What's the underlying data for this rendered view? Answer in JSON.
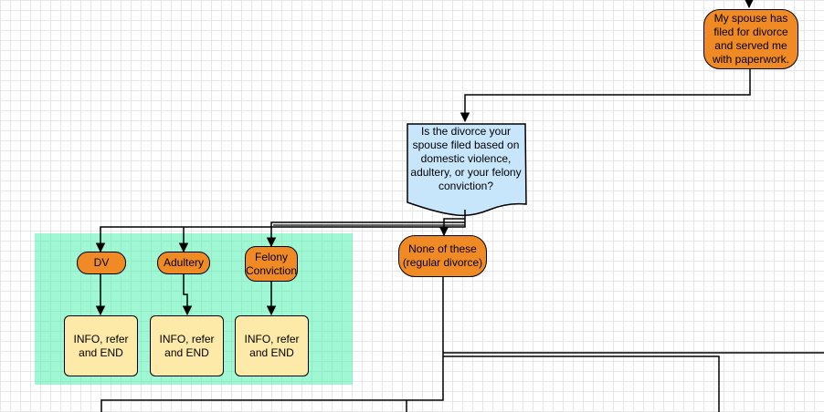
{
  "nodes": {
    "spouse_filed": "My spouse has filed for divorce and served me with paperwork.",
    "question": "Is the divorce your spouse filed based on domestic violence, adultery, or your felony conviction?",
    "dv": "DV",
    "adultery": "Adultery",
    "felony": "Felony Conviction",
    "none": "None of these (regular divorce)",
    "info_dv": "INFO, refer and END",
    "info_adultery": "INFO, refer and END",
    "info_felony": "INFO, refer and END"
  },
  "colors": {
    "orange": "#f08a24",
    "blue": "#c8e6fb",
    "yellow": "#fde9a8",
    "green_region": "#40f0aa"
  }
}
